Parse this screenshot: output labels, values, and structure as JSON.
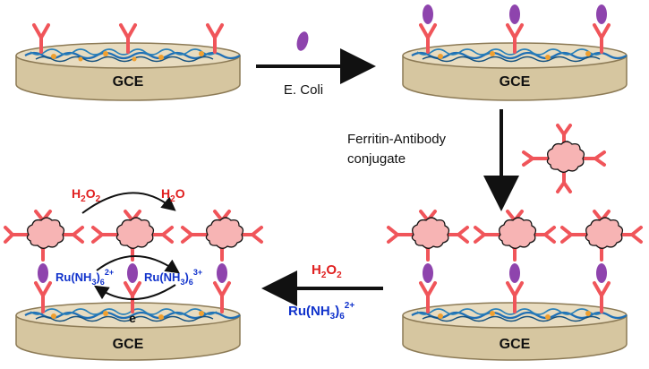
{
  "electrode_label": "GCE",
  "step1": {
    "label": "E. Coli"
  },
  "step2": {
    "label_line1": "Ferritin-Antibody",
    "label_line2": "conjugate"
  },
  "step3": {
    "reagent": "H2O2",
    "mediator_base": "Ru(NH3)6",
    "mediator_charge": "2+"
  },
  "reaction": {
    "reactant_base": "H",
    "reactant_sub1": "2",
    "reactant_mid": "O",
    "reactant_sub2": "2",
    "product_base": "H",
    "product_sub": "2",
    "product_end": "O",
    "ru_left_base": "Ru(NH",
    "ru_left_sub": "3",
    "ru_left_close": ")",
    "ru_left_sub6": "6",
    "ru_left_charge": "2+",
    "ru_right_base": "Ru(NH",
    "ru_right_sub": "3",
    "ru_right_close": ")",
    "ru_right_sub6": "6",
    "ru_right_charge": "3+"
  },
  "colors": {
    "antibody": "#f0555a",
    "bacteria": "#8e44ad",
    "ferritin": "#f7b4b4",
    "disk_top": "#e8dcc0",
    "disk_side": "#d6c6a0",
    "fiber": "#1f6fb5",
    "ru_text": "#1133cc",
    "h2o2_text": "#e02020"
  }
}
